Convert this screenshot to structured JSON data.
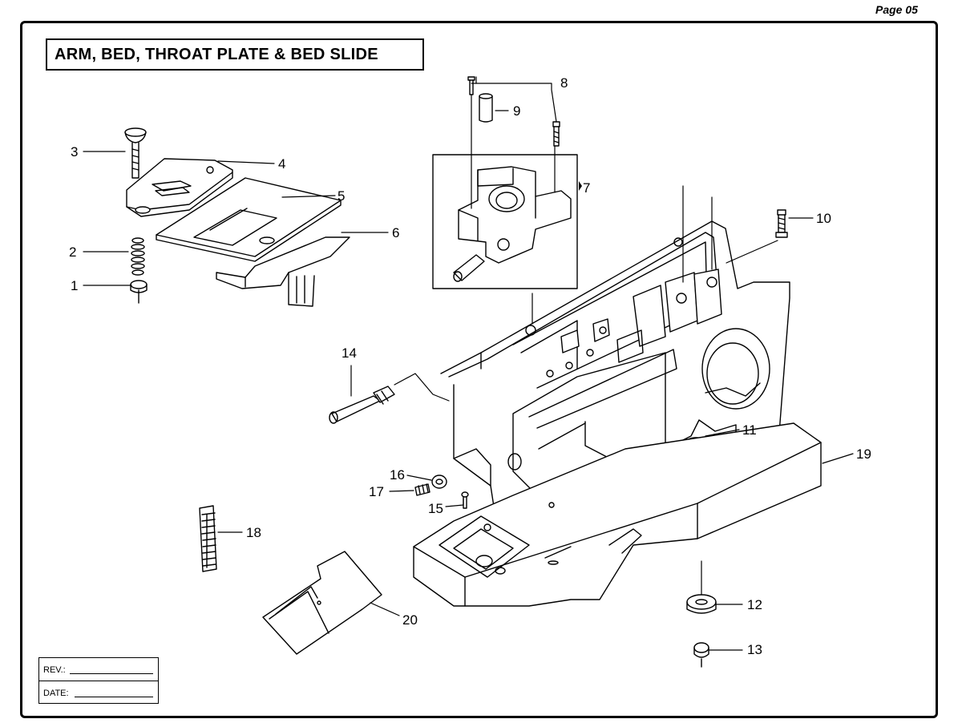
{
  "page": {
    "number": "Page 05"
  },
  "title": "ARM, BED, THROAT PLATE & BED SLIDE",
  "callouts": [
    "1",
    "2",
    "3",
    "4",
    "5",
    "6",
    "7",
    "8",
    "9",
    "10",
    "11",
    "12",
    "13",
    "14",
    "15",
    "16",
    "17",
    "18",
    "19",
    "20"
  ],
  "revision_block": {
    "rev_label": "REV.:",
    "date_label": "DATE:"
  }
}
